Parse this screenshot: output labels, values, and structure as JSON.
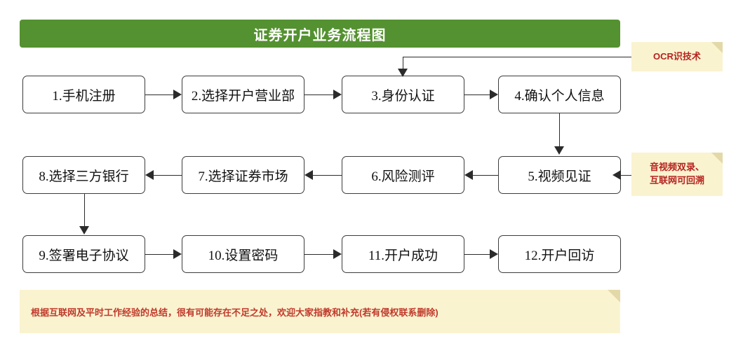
{
  "title": {
    "text": "证券开户业务流程图",
    "background_color": "#549130",
    "text_color": "#ffffff"
  },
  "nodes": [
    {
      "id": "n1",
      "label": "1.手机注册"
    },
    {
      "id": "n2",
      "label": "2.选择开户营业部"
    },
    {
      "id": "n3",
      "label": "3.身份认证"
    },
    {
      "id": "n4",
      "label": "4.确认个人信息"
    },
    {
      "id": "n5",
      "label": "5.视频见证"
    },
    {
      "id": "n6",
      "label": "6.风险测评"
    },
    {
      "id": "n7",
      "label": "7.选择证券市场"
    },
    {
      "id": "n8",
      "label": "8.选择三方银行"
    },
    {
      "id": "n9",
      "label": "9.签署电子协议"
    },
    {
      "id": "n10",
      "label": "10.设置密码"
    },
    {
      "id": "n11",
      "label": "11.开户成功"
    },
    {
      "id": "n12",
      "label": "12.开户回访"
    }
  ],
  "callouts": {
    "ocr": {
      "text": "OCR识技术",
      "background_color": "#faf3d0",
      "text_color": "#b5231f"
    },
    "video": {
      "line1": "音视频双录、",
      "line2": "互联网可回溯",
      "background_color": "#faf3d0",
      "text_color": "#b5231f"
    }
  },
  "footer": {
    "text": "根据互联网及平时工作经验的总结，很有可能存在不足之处，欢迎大家指教和补充(若有侵权联系删除)",
    "background_color": "#faf3d0",
    "text_color": "#c0392b"
  }
}
